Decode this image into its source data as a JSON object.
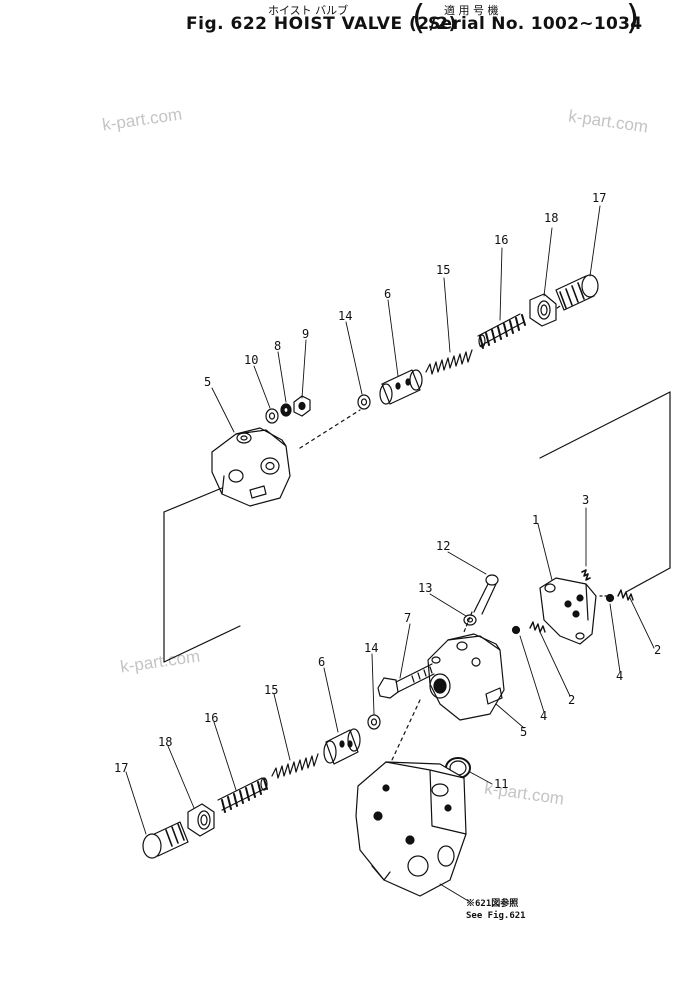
{
  "header": {
    "title_jp": "ホイスト バルブ",
    "title": "Fig. 622  HOIST VALVE (2/2)",
    "serial_jp": "適 用 号 機",
    "serial": "Serial No. 1002~1034"
  },
  "watermark": "k-part.com",
  "callouts": {
    "n1": "1",
    "n2": "2",
    "n3": "3",
    "n4": "4",
    "n5": "5",
    "n6": "6",
    "n7": "7",
    "n8": "8",
    "n9": "9",
    "n10": "10",
    "n11": "11",
    "n12": "12",
    "n13": "13",
    "n14": "14",
    "n15": "15",
    "n16": "16",
    "n17": "17",
    "n18": "18"
  },
  "reference_note": {
    "line1": "※621図参照",
    "line2": "See Fig.621"
  },
  "colors": {
    "ink": "#111111",
    "watermark": "#c4c4c4"
  }
}
